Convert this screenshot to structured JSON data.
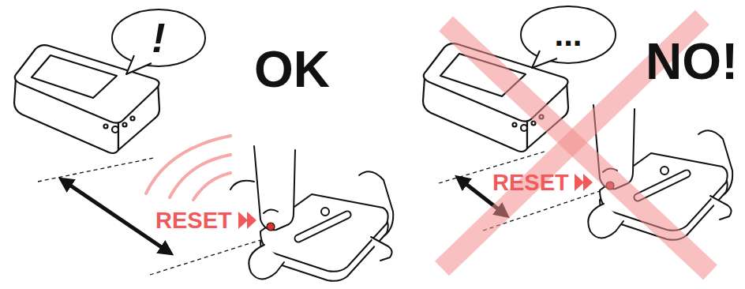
{
  "diagram": {
    "nodes": [
      {
        "text": [
          "!"
        ]
      },
      {
        "text": [
          "..."
        ]
      }
    ],
    "labels": [
      "OK",
      "RESET",
      "NO!",
      "RESET"
    ]
  }
}
